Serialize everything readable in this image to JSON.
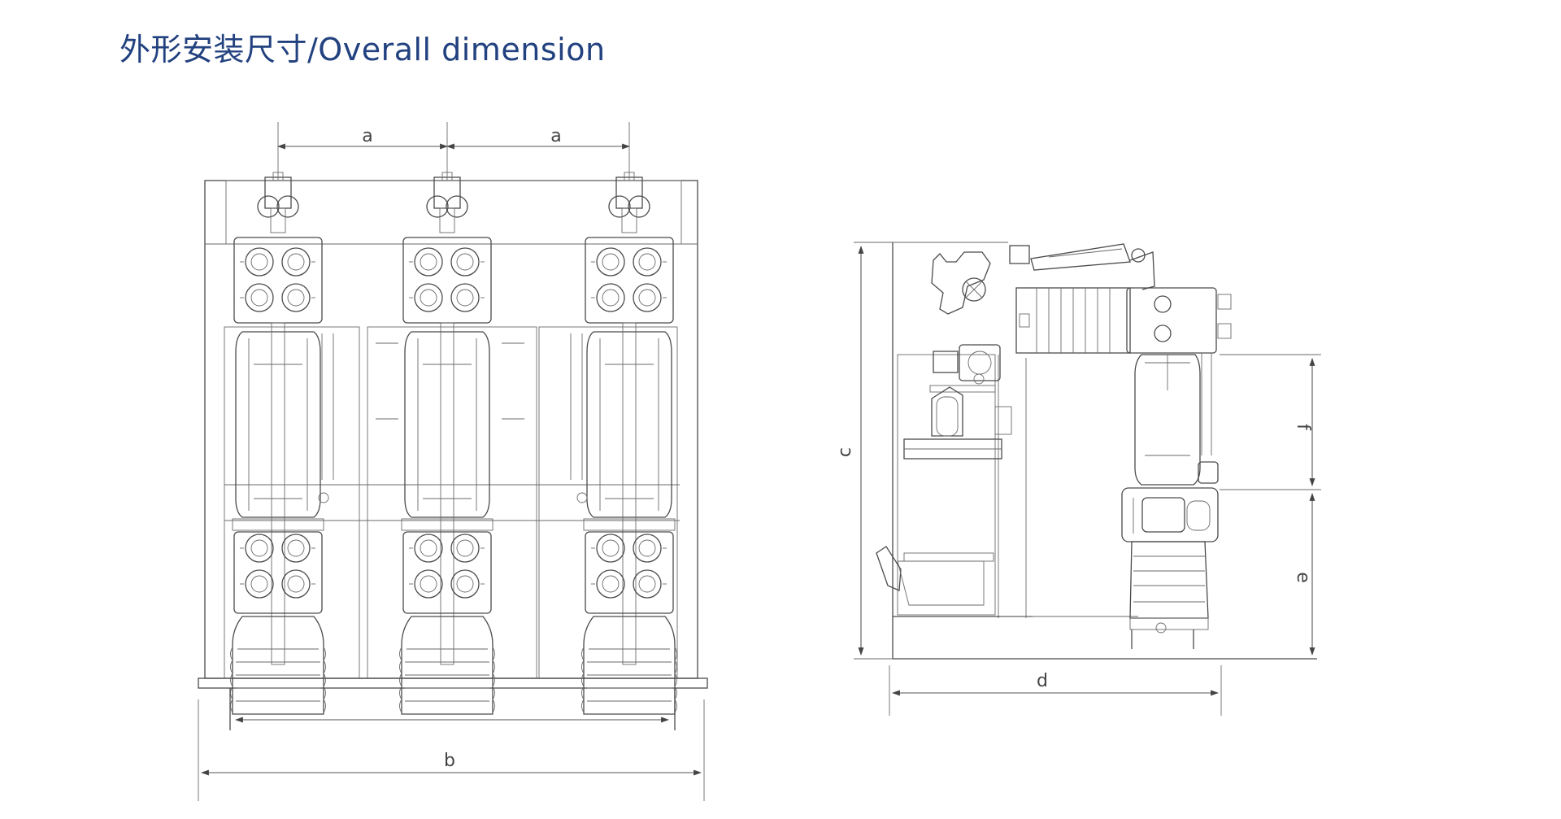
{
  "header": {
    "title": "外形安装尺寸/Overall dimension"
  },
  "dimensions": {
    "a1": "a",
    "a2": "a",
    "b": "b",
    "c": "c",
    "d": "d",
    "e": "e",
    "f": "f"
  }
}
